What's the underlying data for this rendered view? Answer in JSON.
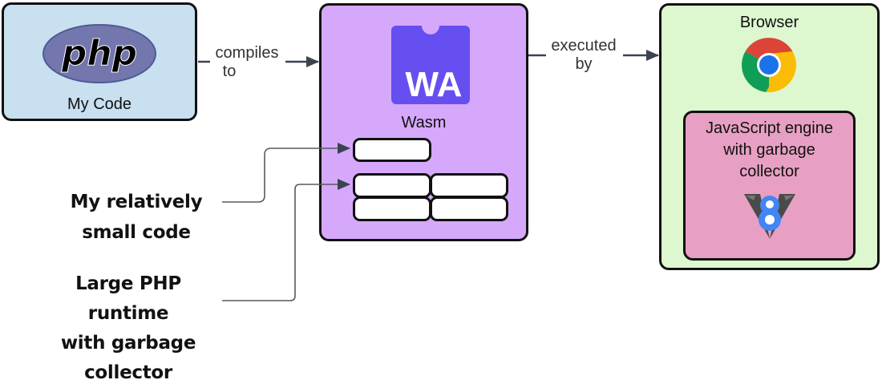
{
  "nodes": {
    "my_code": {
      "label": "My Code",
      "logo_text": "php",
      "color": "#c8e0f0"
    },
    "wasm": {
      "label": "Wasm",
      "logo_text": "WA",
      "color": "#d6a8fb",
      "logo_color": "#654ff0"
    },
    "browser": {
      "label": "Browser",
      "color": "#ddf7cf",
      "icon": "chrome-icon"
    },
    "js_engine": {
      "label_lines": [
        "JavaScript engine",
        "with garbage",
        "collector"
      ],
      "color": "#e7a0c3",
      "icon": "v8-icon"
    }
  },
  "edges": {
    "compiles_to": {
      "lines": [
        "compiles",
        "to"
      ]
    },
    "executed_by": {
      "lines": [
        "executed",
        "by"
      ]
    }
  },
  "annotations": {
    "small_code": {
      "lines": [
        "My relatively",
        "small code"
      ]
    },
    "runtime": {
      "lines": [
        "Large PHP",
        "runtime",
        "with garbage",
        "collector"
      ]
    }
  }
}
